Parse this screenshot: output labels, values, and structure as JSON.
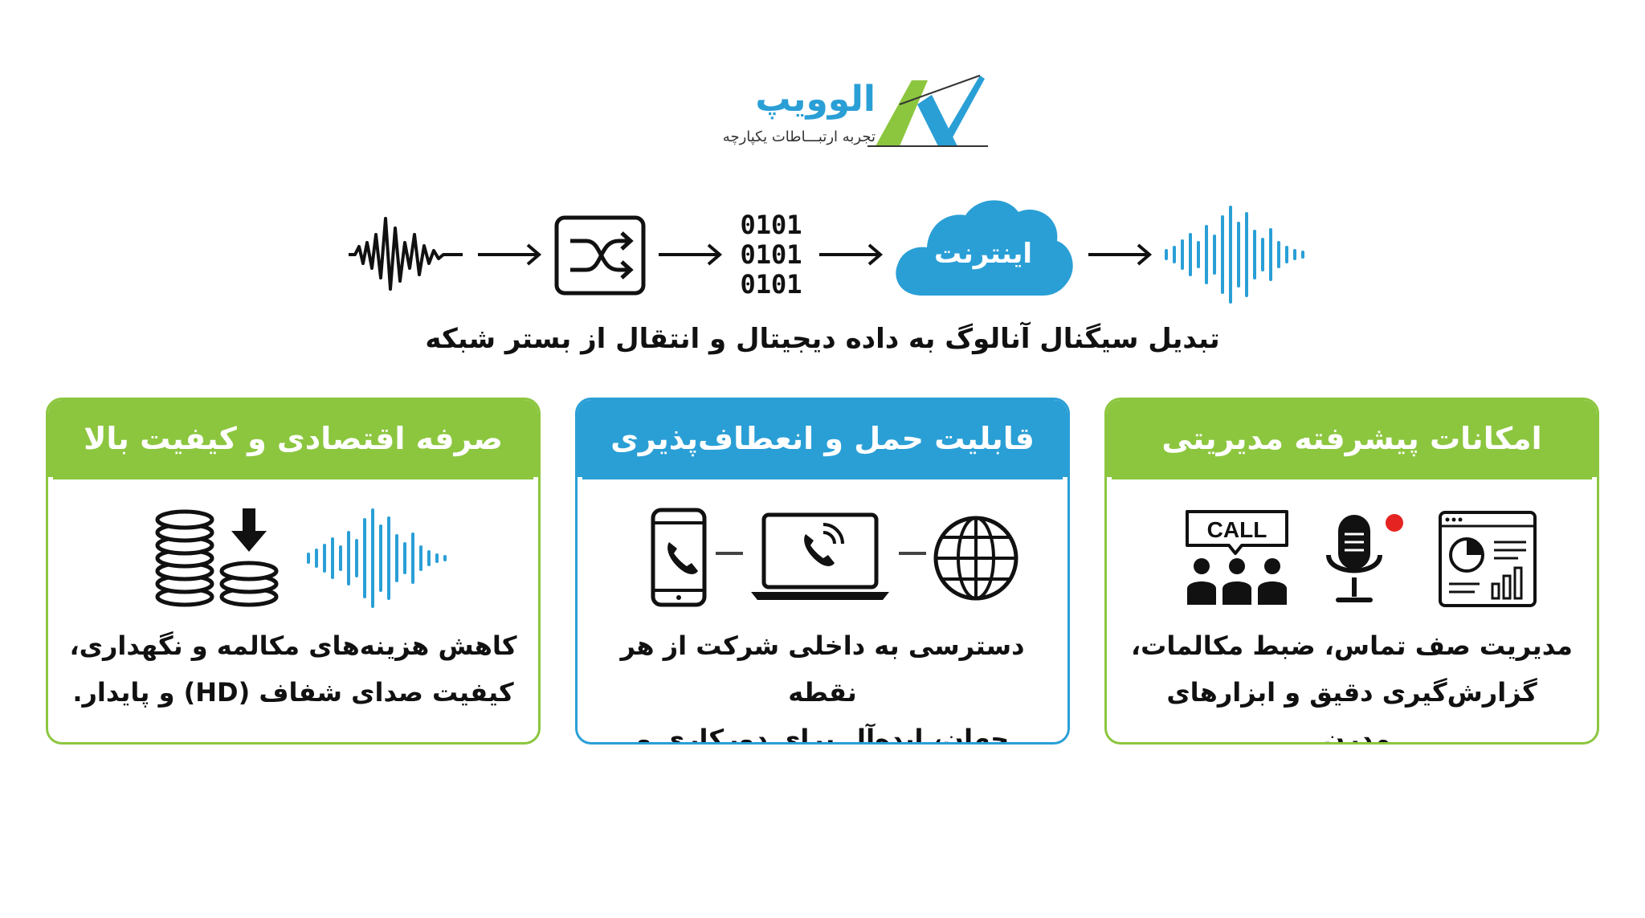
{
  "logo": {
    "name": "الوویپ",
    "tagline": "تجربه ارتبـــاطات یکپارچه"
  },
  "flow": {
    "binary_lines": [
      "0101",
      "0101",
      "0101"
    ],
    "cloud_label": "اینترنت",
    "caption": "تبدیل سیگنال آنالوگ به داده دیجیتال و انتقال از بستر شبکه"
  },
  "cards": [
    {
      "title": "امکانات پیشرفته مدیریتی",
      "icons": [
        "call-center-icon",
        "microphone-recording-icon",
        "analytics-dashboard-icon"
      ],
      "call_label": "CALL",
      "text_line_1": "مدیریت صف تماس، ضبط مکالمات،",
      "text_line_2": "گزارش‌گیری دقیق و ابزارهای مدرن."
    },
    {
      "title": "قابلیت حمل و انعطاف‌پذیری",
      "icons": [
        "smartphone-phone-icon",
        "laptop-call-icon",
        "globe-icon"
      ],
      "text_line_1": "دسترسی به داخلی شرکت از هر نقطه",
      "text_line_2": "جهان، ایده‌آل برای دورکاری و شعبات."
    },
    {
      "title": "صرفه اقتصادی و کیفیت بالا",
      "icons": [
        "coins-download-icon",
        "sound-wave-icon"
      ],
      "text_line_1": "کاهش هزینه‌های مکالمه و نگهداری،",
      "text_line_2": "کیفیت صدای شفاف (HD) و پایدار."
    }
  ],
  "colors": {
    "green": "#8cc63f",
    "blue": "#2a9fd6",
    "red_dot": "#e52421",
    "text": "#111111"
  }
}
